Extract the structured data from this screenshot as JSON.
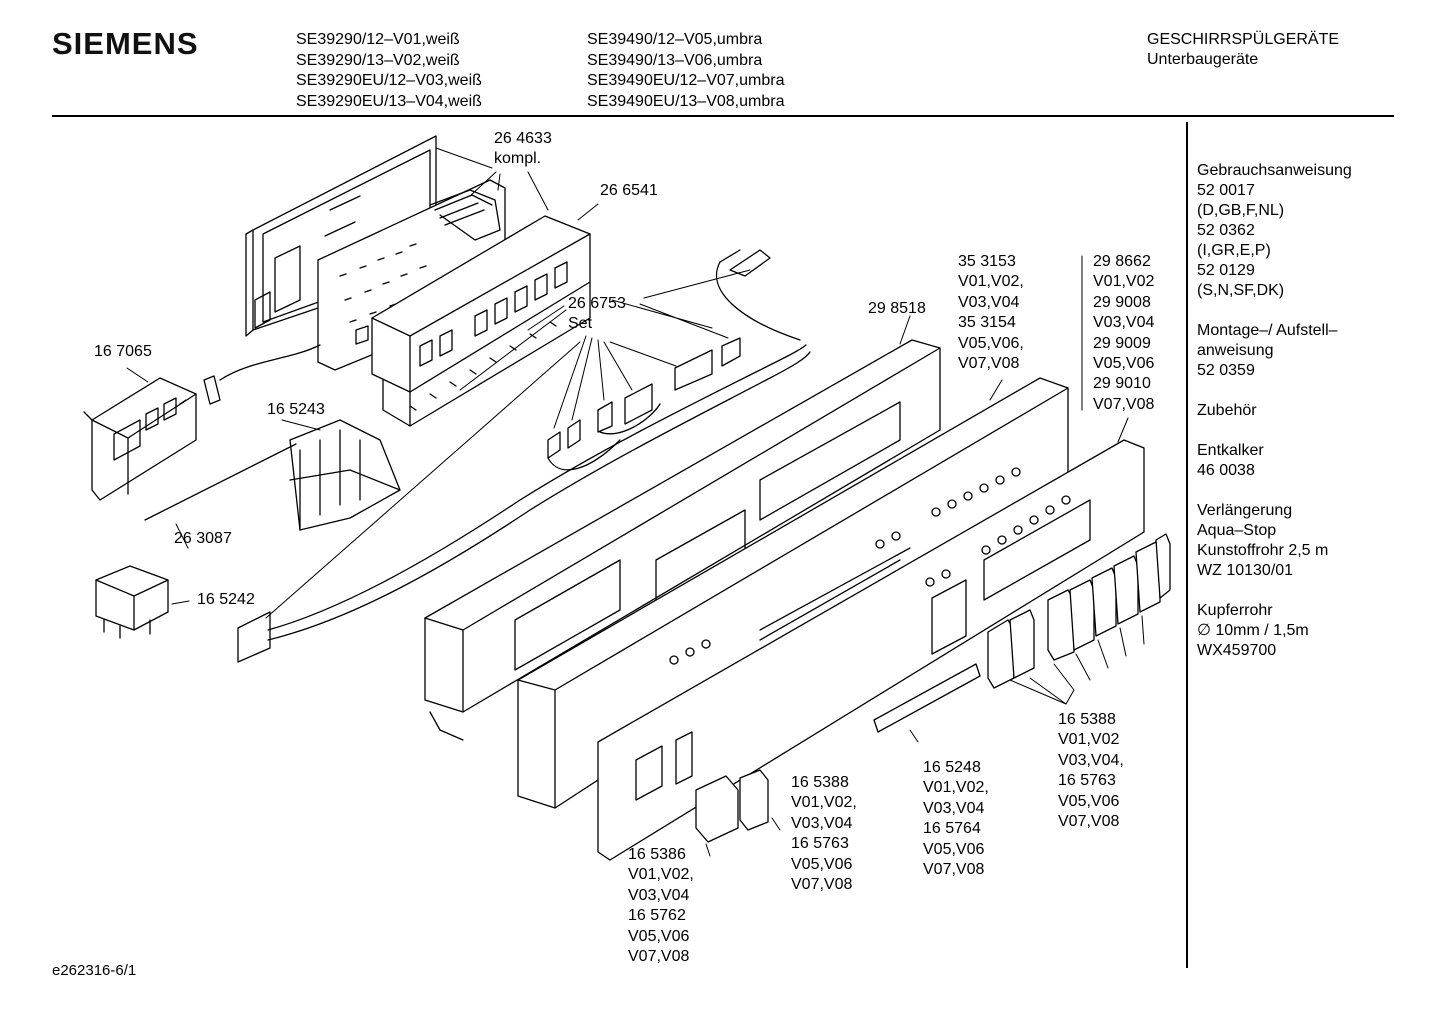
{
  "header": {
    "brand": "SIEMENS",
    "models_col1": [
      "SE39290/12–V01,weiß",
      "SE39290/13–V02,weiß",
      "SE39290EU/12–V03,weiß",
      "SE39290EU/13–V04,weiß"
    ],
    "models_col2": [
      "SE39490/12–V05,umbra",
      "SE39490/13–V06,umbra",
      "SE39490EU/12–V07,umbra",
      "SE39490EU/13–V08,umbra"
    ],
    "category": "GESCHIRRSPÜLGERÄTE",
    "subcategory": "Unterbaugeräte"
  },
  "sidebar": {
    "blocks": [
      [
        "Gebrauchsanweisung",
        "52 0017",
        "(D,GB,F,NL)",
        "52 0362",
        "(I,GR,E,P)",
        "52 0129",
        "(S,N,SF,DK)"
      ],
      [
        "Montage–/ Aufstell–",
        "anweisung",
        "52 0359"
      ],
      [
        "Zubehör"
      ],
      [
        "Entkalker",
        "46 0038"
      ],
      [
        "Verlängerung",
        "Aqua–Stop",
        "Kunstoffrohr 2,5 m",
        "WZ 10130/01"
      ],
      [
        "Kupferrohr",
        "∅ 10mm / 1,5m",
        "WX459700"
      ]
    ]
  },
  "callouts": {
    "c264633": [
      "26 4633",
      "kompl."
    ],
    "c266541": [
      "26 6541"
    ],
    "c266753": [
      "26 6753",
      "Set"
    ],
    "c167065": [
      "16 7065"
    ],
    "c165243": [
      "16 5243"
    ],
    "c263087": [
      "26 3087"
    ],
    "c165242": [
      "16 5242"
    ],
    "c298518": [
      "29 8518"
    ],
    "c353153": [
      "35 3153",
      "V01,V02,",
      "V03,V04",
      "35 3154",
      "V05,V06,",
      "V07,V08"
    ],
    "c298662": [
      "29 8662",
      "V01,V02",
      "29 9008",
      "V03,V04",
      "29 9009",
      "V05,V06",
      "29 9010",
      "V07,V08"
    ],
    "c165388r": [
      "16 5388",
      "V01,V02",
      "V03,V04,",
      "16 5763",
      "V05,V06",
      "V07,V08"
    ],
    "c165248": [
      "16 5248",
      "V01,V02,",
      "V03,V04",
      "16 5764",
      "V05,V06",
      "V07,V08"
    ],
    "c165388m": [
      "16 5388",
      "V01,V02,",
      "V03,V04",
      "16 5763",
      "V05,V06",
      "V07,V08"
    ],
    "c165386": [
      "16 5386",
      "V01,V02,",
      "V03,V04",
      "16 5762",
      "V05,V06",
      "V07,V08"
    ]
  },
  "footer": {
    "code": "e262316-6/1"
  }
}
